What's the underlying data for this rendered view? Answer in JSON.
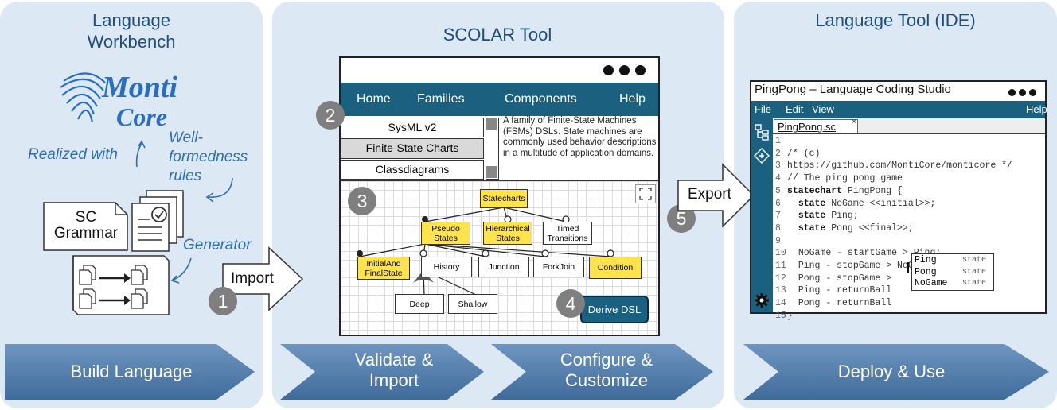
{
  "panels": {
    "left_title": "Language Workbench",
    "mid_title": "SCOLAR Tool",
    "right_title": "Language Tool (IDE)"
  },
  "left": {
    "logo_line1": "Monti",
    "logo_line2": "Core",
    "realized_with": "Realized with",
    "wellformedness": [
      "Well-",
      "formedness",
      "rules"
    ],
    "grammar": [
      "SC",
      "Grammar"
    ],
    "generator": "Generator"
  },
  "import_label": "Import",
  "export_label": "Export",
  "scolar": {
    "nav": [
      "Home",
      "Families",
      "Components",
      "Help"
    ],
    "families": [
      "SysML v2",
      "Finite-State Charts",
      "Classdiagrams"
    ],
    "description": "A family of Finite-State Machines (FSMs) DSLs. State machines are commonly used behavior descriptions in a multitude of application domains.",
    "features": {
      "statecharts": "Statecharts",
      "pseudo": "Pseudo States",
      "hierarchical": "Hierarchical States",
      "timed": "Timed Transitions",
      "initial": "InitialAnd FinalState",
      "history": "History",
      "junction": "Junction",
      "forkjoin": "ForkJoin",
      "condition": "Condition",
      "deep": "Deep",
      "shallow": "Shallow"
    },
    "derive_button": "Derive DSL",
    "expand_icon": "expand-icon"
  },
  "ide": {
    "title": "PingPong – Language Coding Studio",
    "menu": [
      "File",
      "Edit",
      "View"
    ],
    "help": "Help",
    "tab": "PingPong.sc",
    "tab_close": "×",
    "line_numbers": [
      "1",
      "2",
      "3",
      "4",
      "5",
      "6",
      "7",
      "8",
      "9",
      "10",
      "11",
      "12",
      "13",
      "14",
      "15"
    ],
    "code": {
      "l1": "/* (c)",
      "l2": "https://github.com/MontiCore/monticore */",
      "l3": "// The ping pong game",
      "l4_kw": "statechart",
      "l4_rest": " PingPong {",
      "l5_kw": "state",
      "l5_rest": " NoGame <<initial>>;",
      "l6_kw": "state",
      "l6_rest": " Ping;",
      "l7_kw": "state",
      "l7_rest": " Pong <<final>>;",
      "l9": "NoGame - startGame > Ping;",
      "l10": "Ping - stopGame > NoGame;",
      "l11": "Pong - stopGame > ",
      "l12": "Ping - returnBall",
      "l13": "Pong - returnBall",
      "l14": "}"
    },
    "autocomplete": [
      {
        "name": "Ping",
        "kind": "state"
      },
      {
        "name": "Pong",
        "kind": "state"
      },
      {
        "name": "NoGame",
        "kind": "state"
      }
    ]
  },
  "steps": {
    "build": "Build Language",
    "validate": [
      "Validate &",
      "Import"
    ],
    "configure": [
      "Configure &",
      "Customize"
    ],
    "deploy": "Deploy & Use",
    "numbers": [
      "1",
      "2",
      "3",
      "4",
      "5"
    ]
  },
  "colors": {
    "panel_bg": "#dde8f5",
    "nav_bg": "#1b617f",
    "feature_yellow": "#ffe34d",
    "arrow_blue": "#4a76a8",
    "step_gray": "#7f7f7f"
  }
}
